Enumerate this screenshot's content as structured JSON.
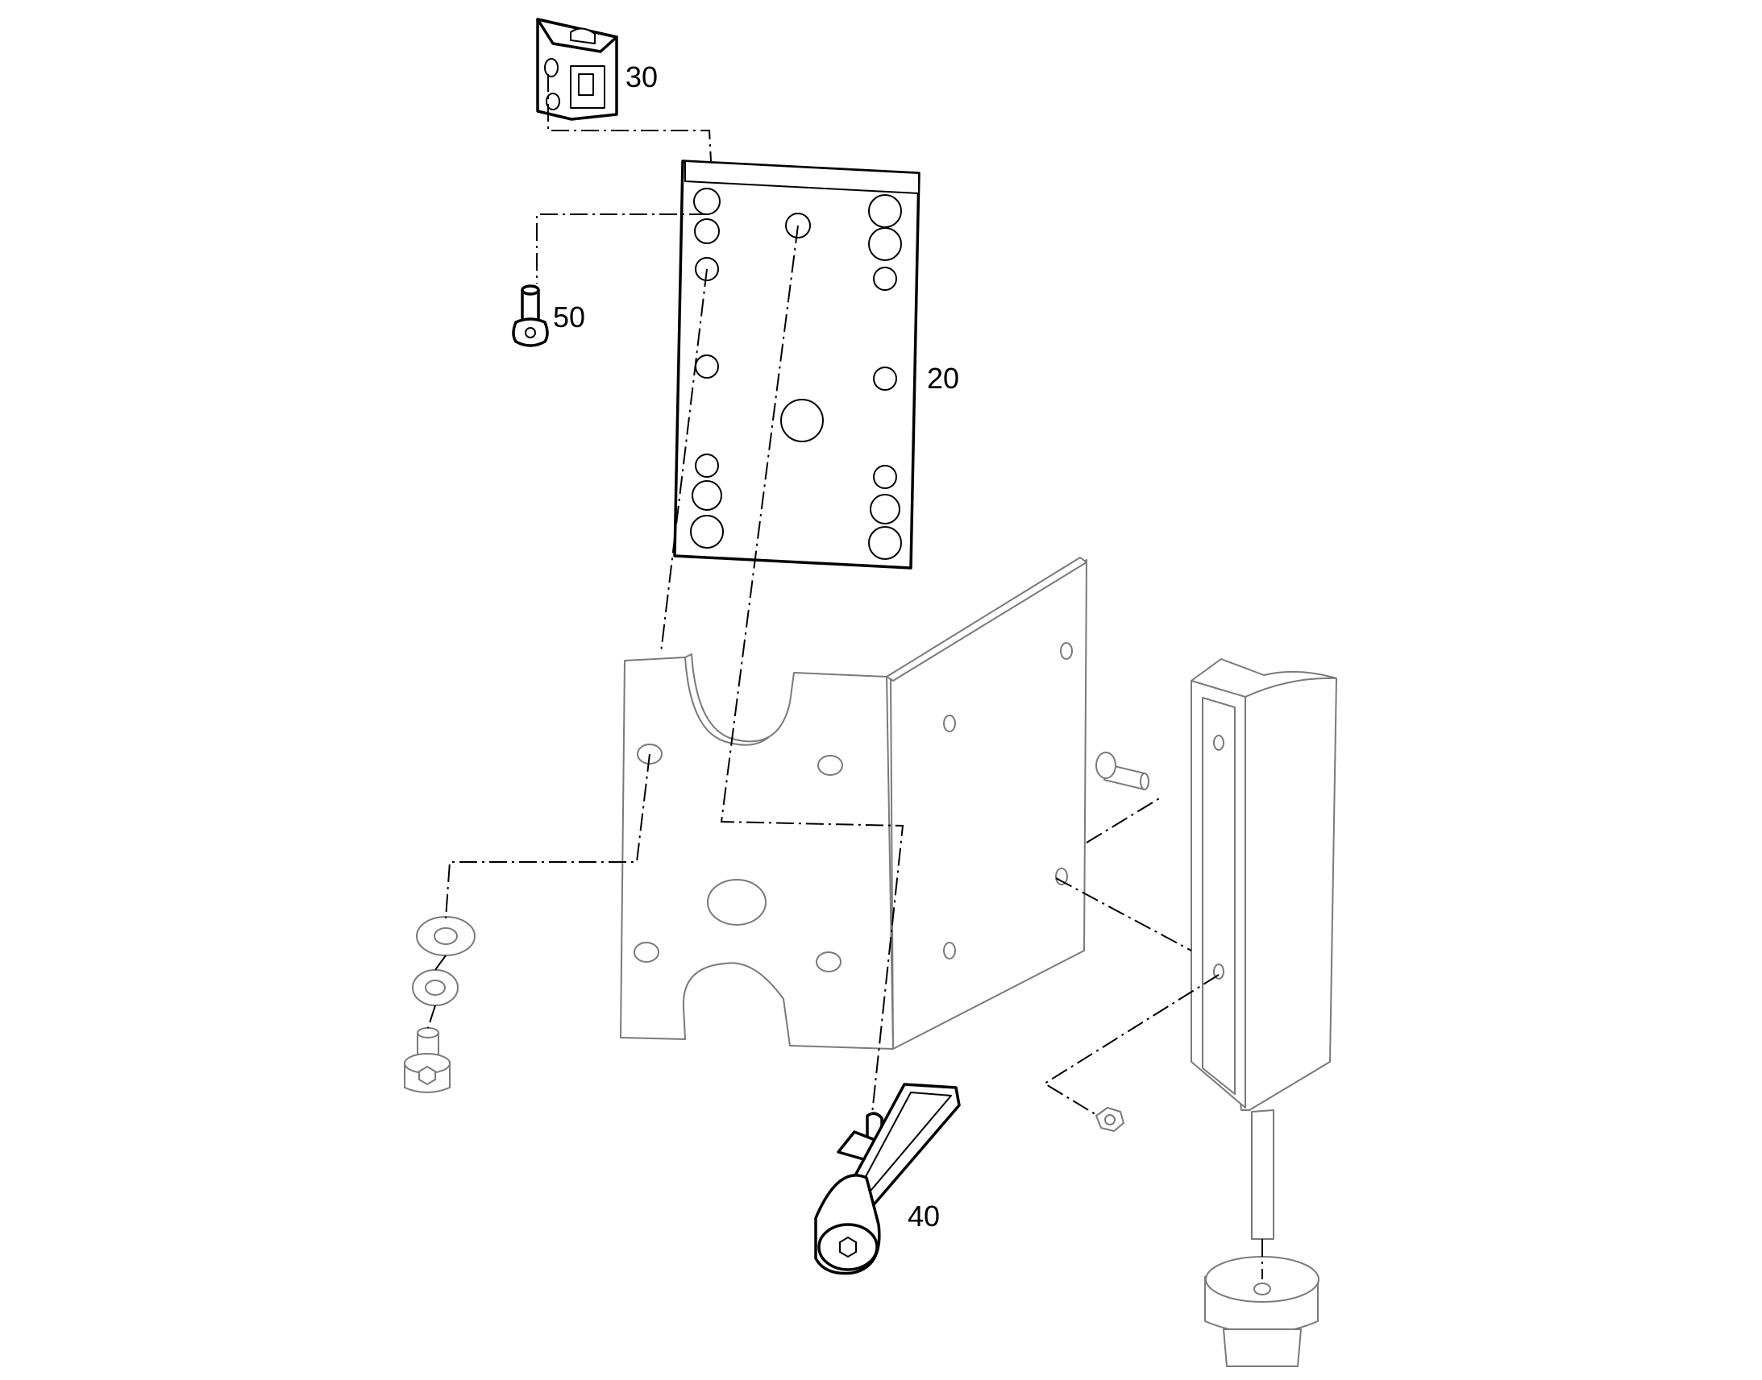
{
  "callouts": {
    "c20": "20",
    "c30": "30",
    "c40": "40",
    "c50": "50"
  },
  "colors": {
    "line": "#000000",
    "part_outline_light": "#7a7a7a",
    "background": "#ffffff"
  }
}
